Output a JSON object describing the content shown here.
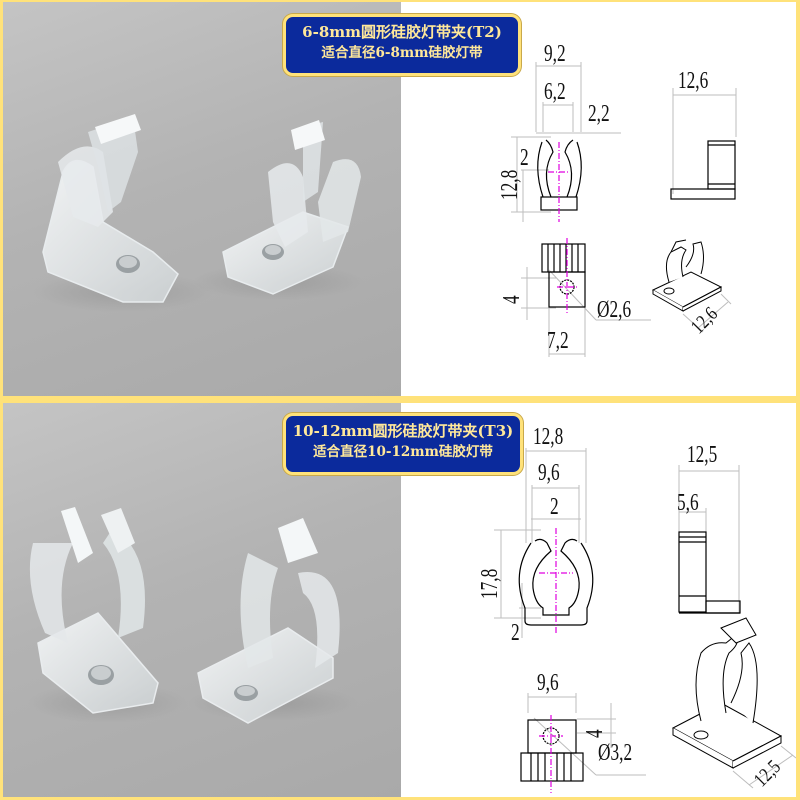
{
  "products": [
    {
      "id": "T2",
      "title_line1": "6-8mm圆形硅胶灯带夹(T2)",
      "title_line2": "适合直径6-8mm硅胶灯带",
      "photo": {
        "description": "two clear plastic clips on gray background",
        "icon": "clip-photo"
      },
      "dimensions": {
        "top_width_outer": "9,2",
        "top_width_inner": "6,2",
        "gap": "2,2",
        "height": "12,8",
        "wall": "2",
        "side_width": "12,6",
        "base_offset": "4",
        "base_width": "7,2",
        "hole_diameter": "Ø2,6",
        "iso_length": "12,6"
      }
    },
    {
      "id": "T3",
      "title_line1": "10-12mm圆形硅胶灯带夹(T3)",
      "title_line2": "适合直径10-12mm硅胶灯带",
      "photo": {
        "description": "two clear plastic clips on gray background",
        "icon": "clip-photo"
      },
      "dimensions": {
        "top_width_outer": "12,8",
        "top_width_inner": "9,6",
        "gap": "2",
        "height": "17,8",
        "wall": "2",
        "side_width": "12,5",
        "side_inner": "5,6",
        "base_width": "9,6",
        "base_offset": "4",
        "hole_diameter": "Ø3,2",
        "iso_length": "12,5"
      }
    }
  ],
  "colors": {
    "frame": "#ffe27a",
    "label_bg": "#0b2a9c",
    "label_text": "#ffe89a",
    "centerline": "#e000e0",
    "dim_line": "#bdbdbd",
    "photo_bg": "#b3b3b3"
  }
}
